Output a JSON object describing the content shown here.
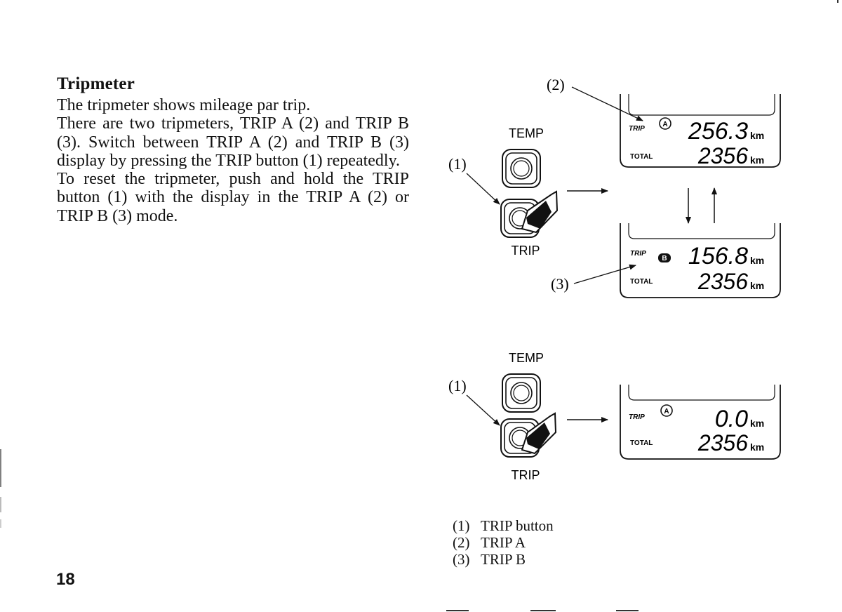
{
  "section": {
    "title": "Tripmeter",
    "paragraphs": [
      "The tripmeter shows mileage par trip.",
      "There are two tripmeters, TRIP A (2) and TRIP B (3). Switch between TRIP A (2) and TRIP B (3) display by pressing the TRIP button (1) repeatedly.",
      "To reset the tripmeter, push and hold the TRIP button (1) with the display in the TRIP A (2) or TRIP B (3) mode."
    ]
  },
  "page_number": "18",
  "figure_top": {
    "callout_1": "(1)",
    "callout_2": "(2)",
    "callout_3": "(3)",
    "temp_label": "TEMP",
    "trip_label": "TRIP",
    "display_a": {
      "trip_word": "TRIP",
      "trip_letter": "A",
      "trip_value": "256.3",
      "trip_unit": "km",
      "total_word": "TOTAL",
      "total_value": "2356",
      "total_unit": "km"
    },
    "display_b": {
      "trip_word": "TRIP",
      "trip_letter": "B",
      "trip_value": "156.8",
      "trip_unit": "km",
      "total_word": "TOTAL",
      "total_value": "2356",
      "total_unit": "km"
    }
  },
  "figure_bottom": {
    "callout_1": "(1)",
    "temp_label": "TEMP",
    "trip_label": "TRIP",
    "display_reset": {
      "trip_word": "TRIP",
      "trip_letter": "A",
      "trip_value": "0.0",
      "trip_unit": "km",
      "total_word": "TOTAL",
      "total_value": "2356",
      "total_unit": "km"
    }
  },
  "legend": [
    {
      "num": "(1)",
      "text": "TRIP button"
    },
    {
      "num": "(2)",
      "text": "TRIP A"
    },
    {
      "num": "(3)",
      "text": "TRIP B"
    }
  ]
}
